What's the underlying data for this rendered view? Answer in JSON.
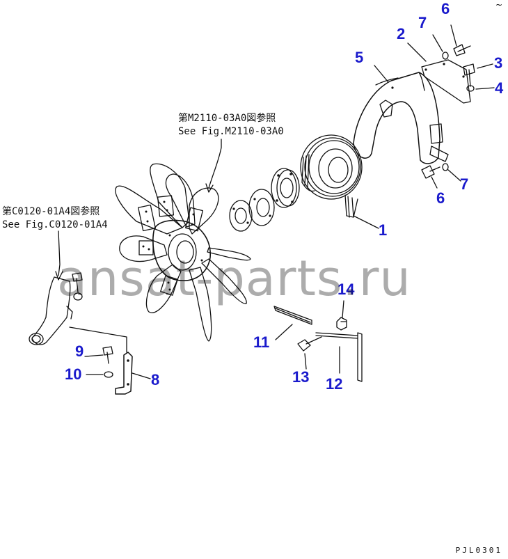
{
  "label_color": "#1a1acc",
  "line_color": "#111111",
  "references": {
    "top_jp": "第M2110-03A0図参照",
    "top_en": "See Fig.M2110-03A0",
    "left_jp": "第C0120-01A4図参照",
    "left_en": "See Fig.C0120-01A4"
  },
  "watermark": "ansat-parts.ru",
  "drawing_code": "PJL0301",
  "corner_mark": "~",
  "callouts": [
    {
      "id": "1",
      "part": "belt"
    },
    {
      "id": "2",
      "part": "guard-plate"
    },
    {
      "id": "3",
      "part": "bolt"
    },
    {
      "id": "4",
      "part": "washer"
    },
    {
      "id": "5",
      "part": "fan-guard"
    },
    {
      "id": "6",
      "part": "bolt"
    },
    {
      "id": "6",
      "part": "bolt"
    },
    {
      "id": "7",
      "part": "washer"
    },
    {
      "id": "7",
      "part": "washer"
    },
    {
      "id": "8",
      "part": "bracket"
    },
    {
      "id": "9",
      "part": "bolt"
    },
    {
      "id": "10",
      "part": "washer"
    },
    {
      "id": "11",
      "part": "rod"
    },
    {
      "id": "12",
      "part": "lever"
    },
    {
      "id": "13",
      "part": "bolt"
    },
    {
      "id": "14",
      "part": "nut"
    }
  ]
}
